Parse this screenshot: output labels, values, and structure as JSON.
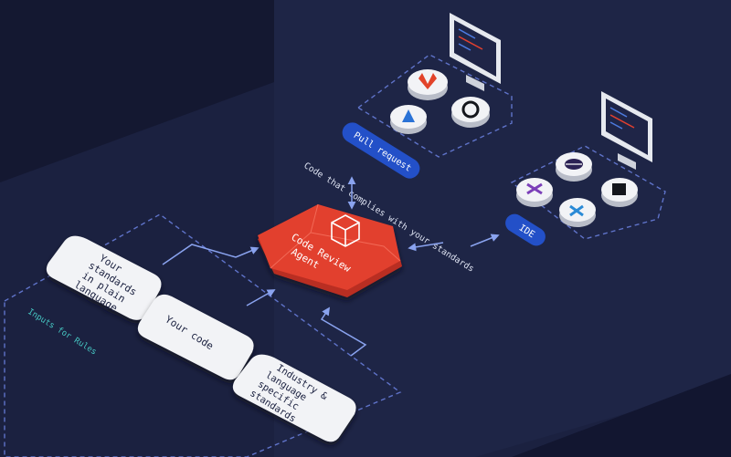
{
  "diagram": {
    "agent_label_line1": "Code Review",
    "agent_label_line2": "Agent",
    "inputs_label": "Inputs for Rules",
    "card_standards": [
      "Your",
      "standards",
      "in plain",
      "language"
    ],
    "card_code": [
      "Your code"
    ],
    "card_industry": [
      "Industry &",
      "language",
      "specific",
      "standards"
    ],
    "flow_label": "Code that complies with your standards",
    "pull_request_label": "Pull request",
    "ide_label": "IDE"
  },
  "icons": {
    "pull_request_tools": [
      "gitlab-icon",
      "azure-devops-icon",
      "github-icon"
    ],
    "ide_tools": [
      "eclipse-icon",
      "visual-studio-icon",
      "vscode-icon",
      "jetbrains-icon"
    ],
    "monitors": [
      "monitor-icon",
      "monitor-icon"
    ]
  },
  "colors": {
    "background": "#1b2140",
    "agent_red": "#e2402f",
    "pill_blue": "#2350c8",
    "card_white": "#f2f3f6",
    "dashed_line": "#5f73c9",
    "arrow": "#8aa3ef",
    "inputs_label": "#46c6c2"
  }
}
